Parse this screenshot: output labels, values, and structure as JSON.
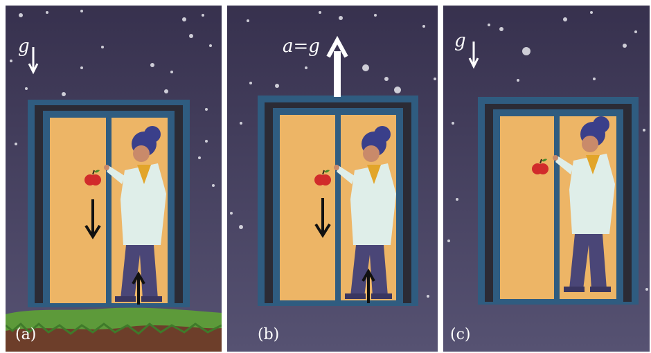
{
  "panels": [
    {
      "id": "a",
      "label": "(a)",
      "gravity_label": "g",
      "ground": true,
      "arrows_inside": true
    },
    {
      "id": "b",
      "label": "(b)",
      "accel_label": "a=g",
      "ground": false,
      "arrows_inside": true
    },
    {
      "id": "c",
      "label": "(c)",
      "gravity_label": "g",
      "ground": false,
      "arrows_inside": false
    }
  ],
  "colors": {
    "sky_top": "#3a3552",
    "sky_bottom": "#524e70",
    "frame": "#2f5c80",
    "wall": "#edb566",
    "dark_band": "#2b2b35",
    "grass": "#5d9a3a",
    "soil": "#6d3e2a",
    "coat": "#dfeee9",
    "pants": "#4a4677",
    "hair": "#3a3f8a",
    "apple": "#d12b2b"
  },
  "icons": [
    "apple-icon",
    "scientist-figure",
    "down-arrow-icon",
    "up-arrow-icon"
  ]
}
